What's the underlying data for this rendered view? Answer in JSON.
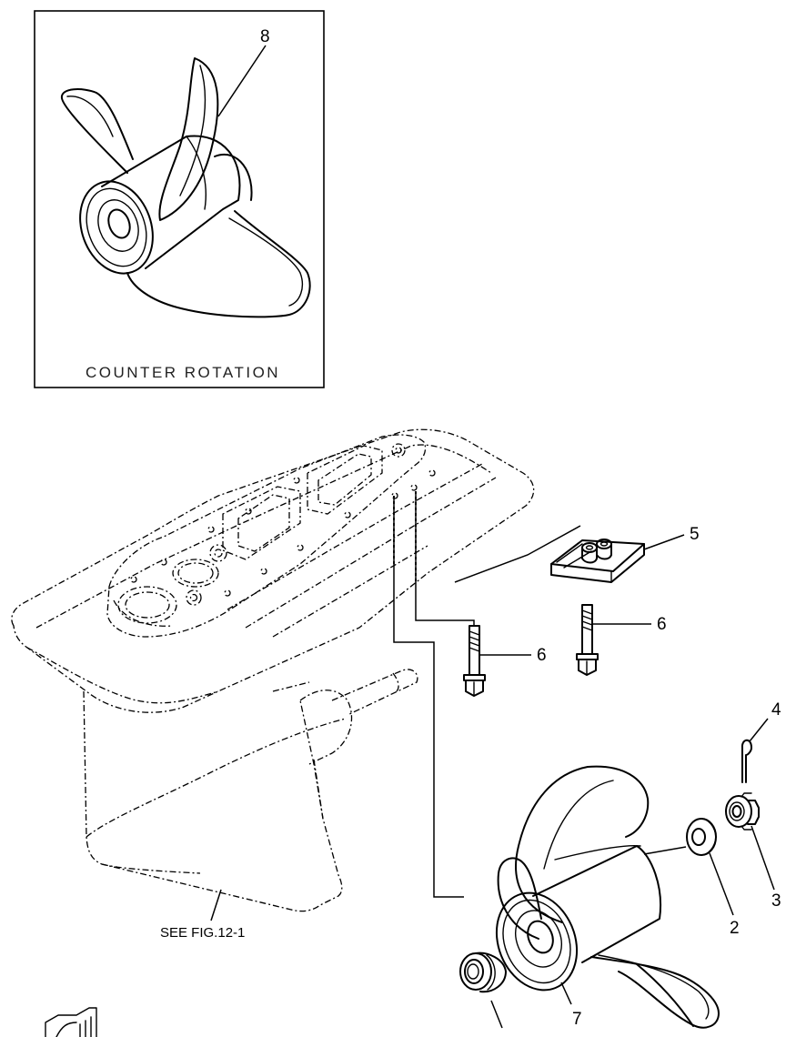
{
  "inset": {
    "caption": "COUNTER ROTATION",
    "callout": "8"
  },
  "callouts": {
    "p2": "2",
    "p3": "3",
    "p4": "4",
    "p5": "5",
    "p6a": "6",
    "p6b": "6",
    "p7": "7"
  },
  "reference_note": "SEE FIG.12-1"
}
